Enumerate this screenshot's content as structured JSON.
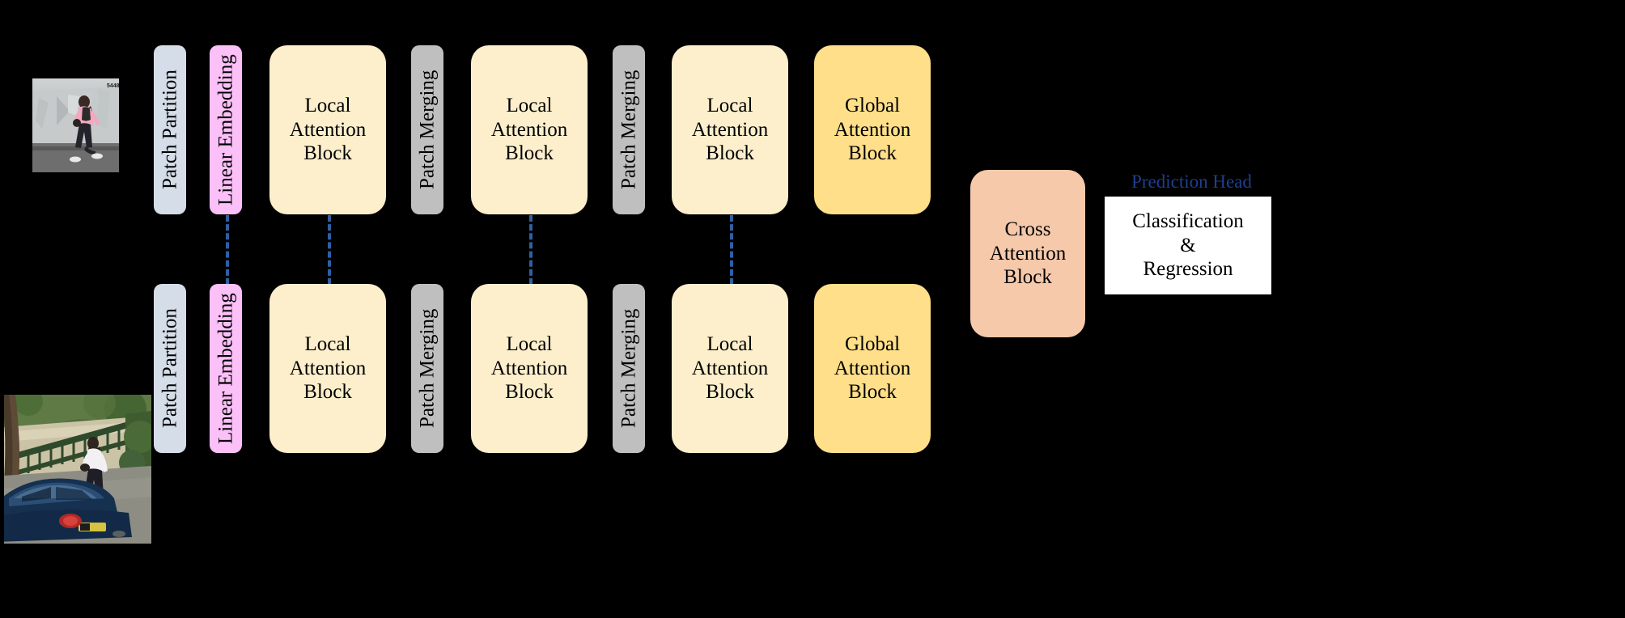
{
  "figure": {
    "background_color": "#000000",
    "title": "",
    "description": "Dual-stream vision transformer pipeline diagram"
  },
  "palette": {
    "patch_partition": "#d4dde8",
    "linear_embedding": "#fbc0f7",
    "local_attention": "#fdefcc",
    "patch_merging": "#bfbfbf",
    "global_attention": "#ffdf8a",
    "cross_attention": "#f6c9ab",
    "prediction_head_text": "#1f3f8f",
    "prediction_box": "#ffffff",
    "dashed_link": "#2e5fa3",
    "text": "#000000"
  },
  "streams": {
    "top": {
      "name": "top-stream",
      "thumbnail_alt": "surveillance frame of a person walking past a covered car",
      "nodes": [
        {
          "id": "patch-partition",
          "label": "Patch Partition",
          "orientation": "vertical"
        },
        {
          "id": "linear-embedding",
          "label": "Linear Embedding",
          "orientation": "vertical"
        },
        {
          "id": "local-attention-1",
          "label": "Local\nAttention\nBlock",
          "orientation": "horizontal"
        },
        {
          "id": "patch-merging-1",
          "label": "Patch Merging",
          "orientation": "vertical"
        },
        {
          "id": "local-attention-2",
          "label": "Local\nAttention\nBlock",
          "orientation": "horizontal"
        },
        {
          "id": "patch-merging-2",
          "label": "Patch Merging",
          "orientation": "vertical"
        },
        {
          "id": "local-attention-3",
          "label": "Local\nAttention\nBlock",
          "orientation": "horizontal"
        },
        {
          "id": "global-attention",
          "label": "Global\nAttention\nBlock",
          "orientation": "horizontal"
        }
      ]
    },
    "bottom": {
      "name": "bottom-stream",
      "thumbnail_alt": "surveillance frame of a person walking behind a dark blue car",
      "nodes": [
        {
          "id": "patch-partition",
          "label": "Patch Partition",
          "orientation": "vertical"
        },
        {
          "id": "linear-embedding",
          "label": "Linear Embedding",
          "orientation": "vertical"
        },
        {
          "id": "local-attention-1",
          "label": "Local\nAttention\nBlock",
          "orientation": "horizontal"
        },
        {
          "id": "patch-merging-1",
          "label": "Patch Merging",
          "orientation": "vertical"
        },
        {
          "id": "local-attention-2",
          "label": "Local\nAttention\nBlock",
          "orientation": "horizontal"
        },
        {
          "id": "patch-merging-2",
          "label": "Patch Merging",
          "orientation": "vertical"
        },
        {
          "id": "local-attention-3",
          "label": "Local\nAttention\nBlock",
          "orientation": "horizontal"
        },
        {
          "id": "global-attention",
          "label": "Global\nAttention\nBlock",
          "orientation": "horizontal"
        }
      ]
    }
  },
  "fusion": {
    "cross_attention": {
      "id": "cross-attention-block",
      "label": "Cross\nAttention\nBlock"
    }
  },
  "prediction_head": {
    "title": "Prediction Head",
    "box_label": "Classification\n&\nRegression"
  },
  "links": {
    "dashed_connector_count": 4,
    "style": "dashed",
    "color": "#2e5fa3",
    "connects": [
      "linear-embedding",
      "local-attention-1",
      "local-attention-2",
      "local-attention-3"
    ]
  }
}
